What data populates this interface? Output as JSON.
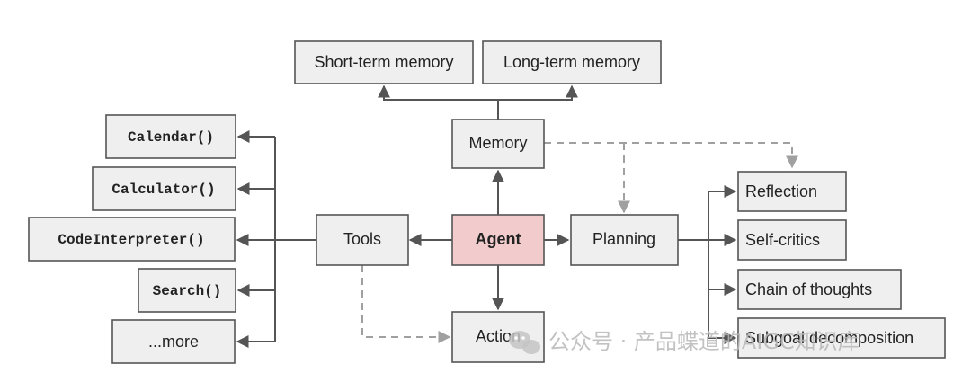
{
  "nodes": {
    "agent": "Agent",
    "memory": "Memory",
    "short_term_memory": "Short-term memory",
    "long_term_memory": "Long-term memory",
    "tools": "Tools",
    "planning": "Planning",
    "action": "Action",
    "tool_calendar": "Calendar()",
    "tool_calculator": "Calculator()",
    "tool_code_interpreter": "CodeInterpreter()",
    "tool_search": "Search()",
    "tool_more": "...more",
    "reflection": "Reflection",
    "self_critics": "Self-critics",
    "chain_of_thoughts": "Chain of thoughts",
    "subgoal_decomposition": "Subgoal decomposition"
  },
  "colors": {
    "agent_fill": "#f2cccc",
    "box_fill": "#efefef",
    "solid_arrow": "#555555",
    "dashed_arrow": "#a0a0a0"
  },
  "watermark": "公众号 · 产品蝶道的AIGC知识库"
}
